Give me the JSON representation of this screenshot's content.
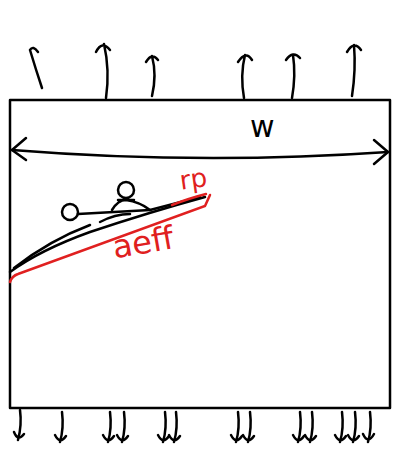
{
  "diagram": {
    "labels": [
      "w",
      "rp",
      "aeff"
    ]
  }
}
